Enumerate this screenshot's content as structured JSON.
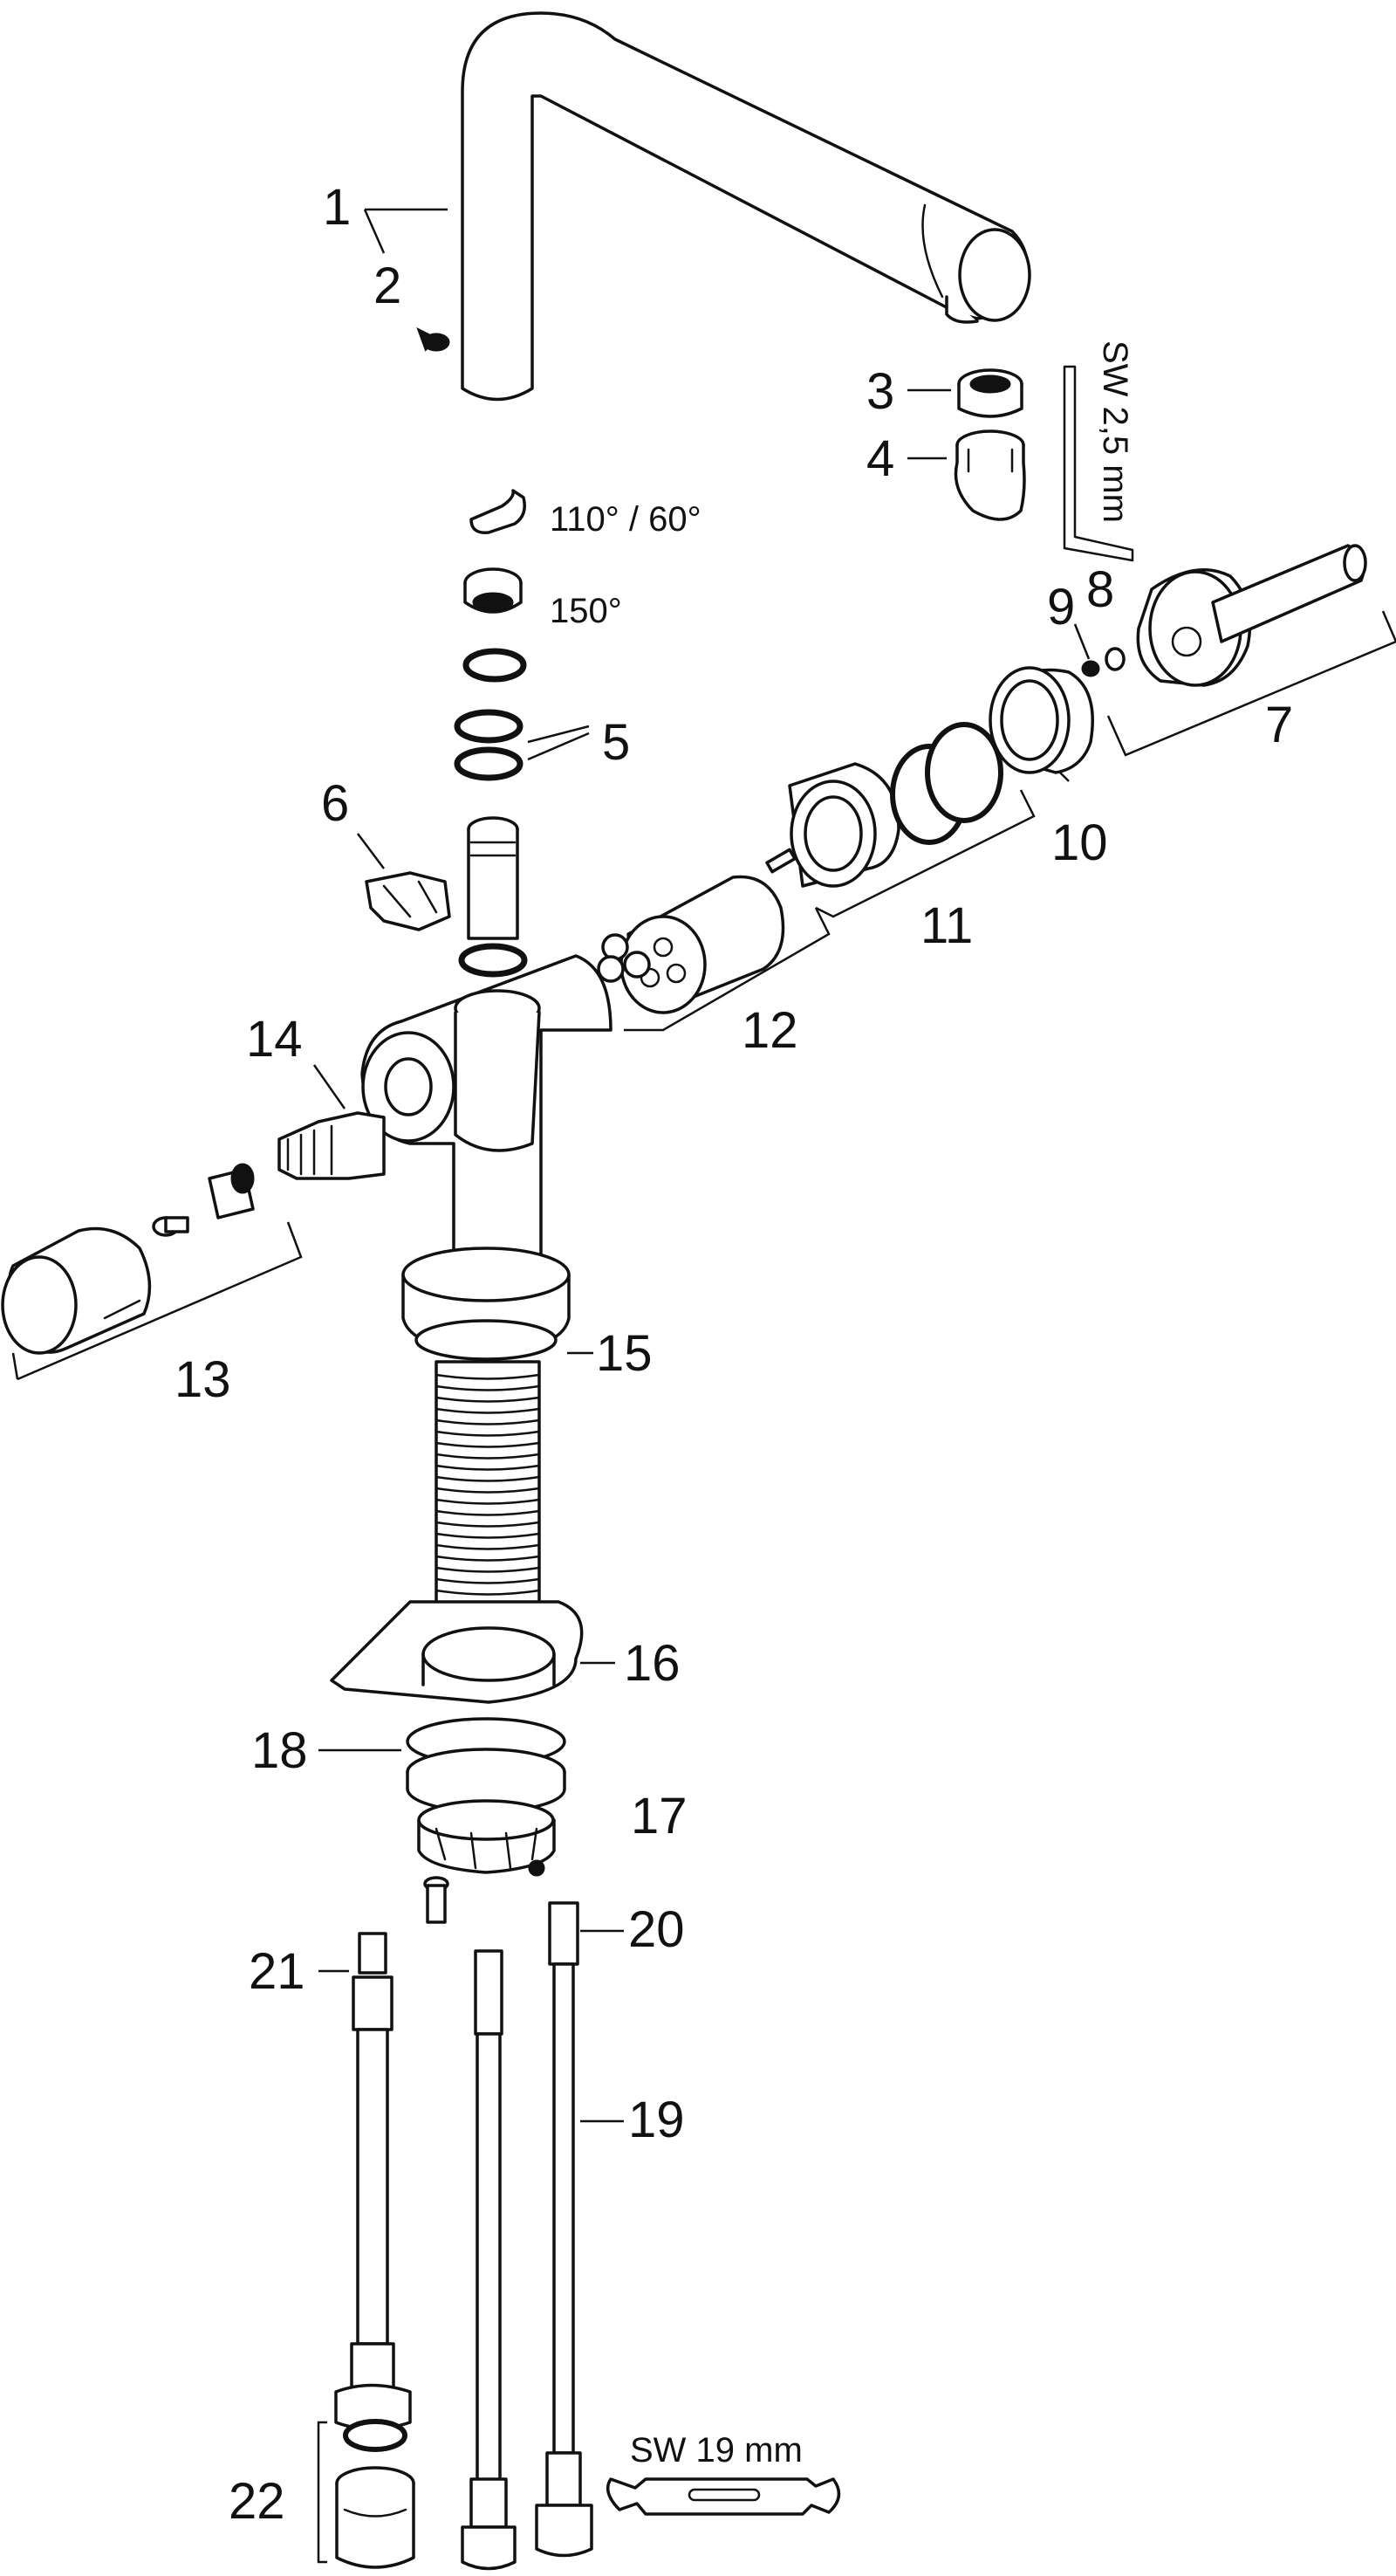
{
  "labels": {
    "n1": "1",
    "n2": "2",
    "n3": "3",
    "n4": "4",
    "n5": "5",
    "n6": "6",
    "n7": "7",
    "n8": "8",
    "n9": "9",
    "n10": "10",
    "n11": "11",
    "n12": "12",
    "n13": "13",
    "n14": "14",
    "n15": "15",
    "n16": "16",
    "n17": "17",
    "n18": "18",
    "n19": "19",
    "n20": "20",
    "n21": "21",
    "n22": "22"
  },
  "annotations": {
    "angle_a": "110° / 60°",
    "angle_b": "150°",
    "hex_key": "SW 2,5 mm",
    "wrench": "SW 19 mm"
  }
}
